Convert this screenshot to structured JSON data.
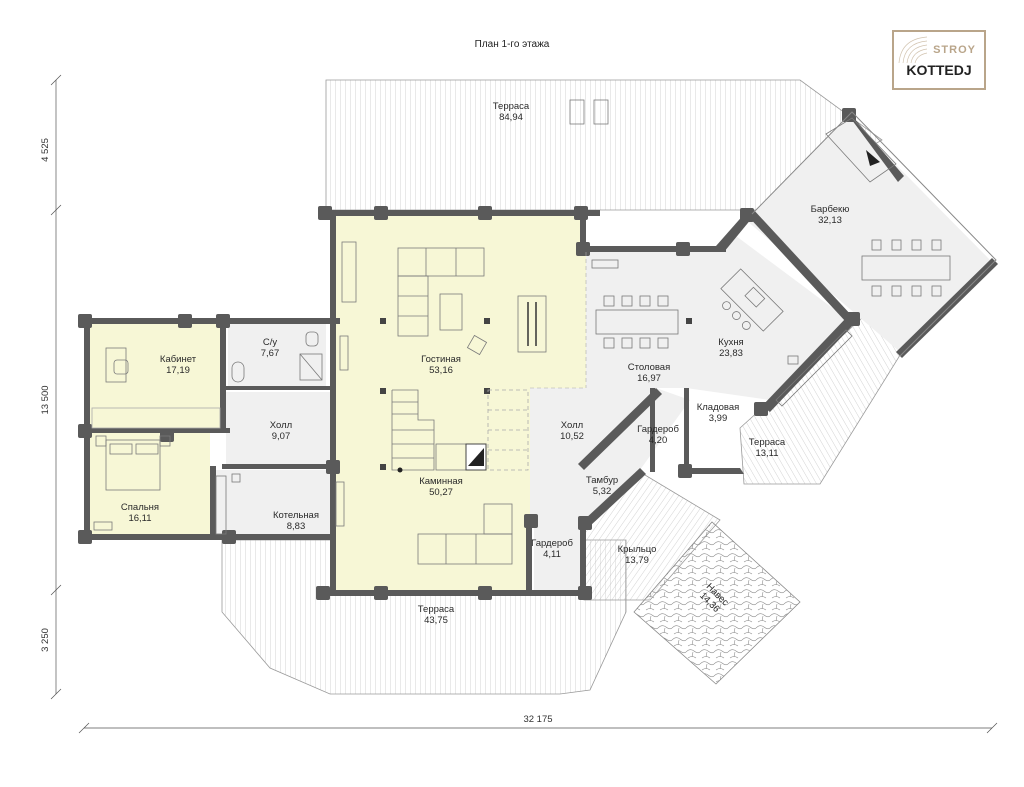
{
  "title": "План 1-го этажа",
  "logo": {
    "line1": "STROY",
    "line2": "KOTTEDJ"
  },
  "rooms": {
    "terrace_top": {
      "name": "Терраса",
      "area": "84,94"
    },
    "barbecue": {
      "name": "Барбекю",
      "area": "32,13"
    },
    "bathroom": {
      "name": "С/у",
      "area": "7,67"
    },
    "study": {
      "name": "Кабинет",
      "area": "17,19"
    },
    "living": {
      "name": "Гостиная",
      "area": "53,16"
    },
    "dining": {
      "name": "Столовая",
      "area": "16,97"
    },
    "kitchen": {
      "name": "Кухня",
      "area": "23,83"
    },
    "hall_left": {
      "name": "Холл",
      "area": "9,07"
    },
    "hall_center": {
      "name": "Холл",
      "area": "10,52"
    },
    "wardrobe_upper": {
      "name": "Гардероб",
      "area": "4,20"
    },
    "pantry": {
      "name": "Кладовая",
      "area": "3,99"
    },
    "terrace_right": {
      "name": "Терраса",
      "area": "13,11"
    },
    "vestibule": {
      "name": "Тамбур",
      "area": "5,32"
    },
    "fireplace_room": {
      "name": "Каминная",
      "area": "50,27"
    },
    "bedroom": {
      "name": "Спальня",
      "area": "16,11"
    },
    "boiler": {
      "name": "Котельная",
      "area": "8,83"
    },
    "wardrobe_lower": {
      "name": "Гардероб",
      "area": "4,11"
    },
    "porch": {
      "name": "Крыльцо",
      "area": "13,79"
    },
    "canopy": {
      "name": "Навес",
      "area": "14,36"
    },
    "terrace_bottom": {
      "name": "Терраса",
      "area": "43,75"
    }
  },
  "dimensions": {
    "top_left": "4 525",
    "middle_left": "13 500",
    "bottom_left": "3 250",
    "overall_width": "32 175"
  },
  "colors": {
    "living_fill": "#f7f7d6",
    "room_fill": "#f0f0f0",
    "wall": "#5a5a5a",
    "deck_line": "#b0b0b0",
    "logo_border": "#b9a58a"
  }
}
